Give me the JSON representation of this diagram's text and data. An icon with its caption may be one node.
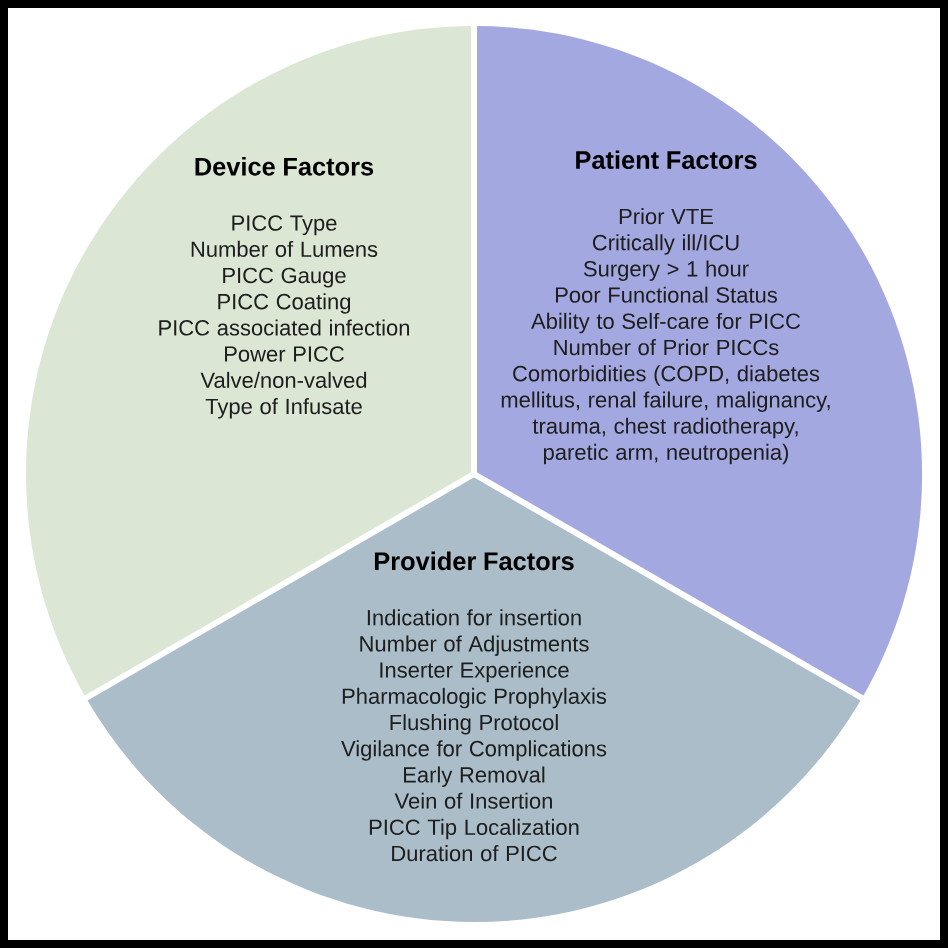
{
  "diagram": {
    "nodes": [
      {
        "text": [
          "Device Factors",
          "PICC Type",
          "Number of Lumens",
          "PICC Gauge",
          "PICC Coating",
          "PICC associated infection",
          "Power PICC",
          "Valve/non-valved",
          "Type of Infusate"
        ]
      },
      {
        "text": [
          "Patient Factors",
          "Prior VTE",
          "Critically ill/ICU",
          "Surgery > 1 hour",
          "Poor Functional Status",
          "Ability to Self-care for PICC",
          "Number of Prior PICCs",
          "Comorbidities (COPD, diabetes mellitus, renal failure, malignancy, trauma, chest radiotherapy, paretic arm, neutropenia)"
        ]
      },
      {
        "text": [
          "Provider Factors",
          "Indication for insertion",
          "Number of Adjustments",
          "Inserter Experience",
          "Pharmacologic Prophylaxis",
          "Flushing Protocol",
          "Vigilance for Complications",
          "Early Removal",
          "Vein of Insertion",
          "PICC Tip Localization",
          "Duration of PICC"
        ]
      }
    ]
  }
}
